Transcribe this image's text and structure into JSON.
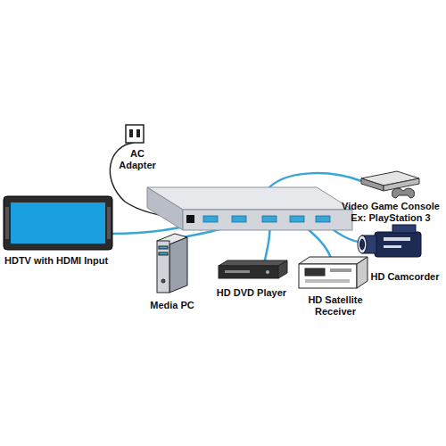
{
  "diagram": {
    "labels": [
      "AC Adapter",
      "HDTV with HDMI Input",
      "Media PC",
      "HD DVD Player",
      "HD Satellite Receiver",
      "Video Game Console Ex: PlayStation 3",
      "HD Camcorder"
    ]
  }
}
